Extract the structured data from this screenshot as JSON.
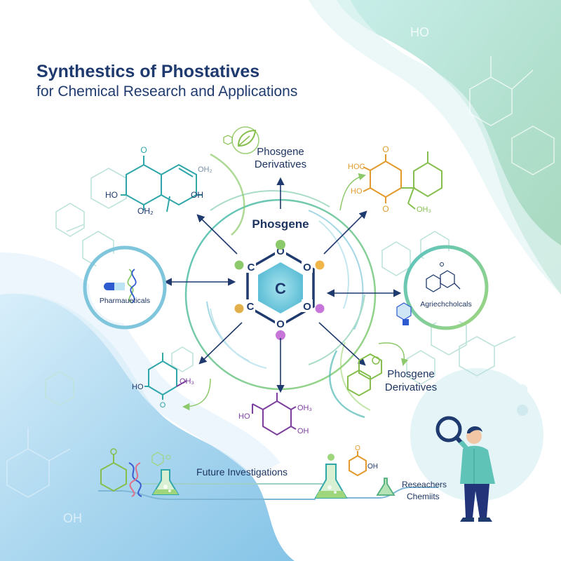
{
  "header": {
    "title": "Synthestics of Phostatives",
    "subtitle": "for Chemical Research and Applications"
  },
  "center": {
    "label": "Phosgene",
    "core_atom": "C",
    "ring_atoms": [
      "C",
      "O",
      "O",
      "O",
      "O",
      "C"
    ]
  },
  "nodes": {
    "top": [
      "Phosgene",
      "Derivatives"
    ],
    "bottom_right": [
      "Phosgene",
      "Derivatives"
    ],
    "left": "Pharmaueticals",
    "right": "Agriechcholcals"
  },
  "formulas": {
    "top_left": {
      "o_top": "O",
      "oh2_a": "OH₂",
      "ho": "HO",
      "oh": "OH",
      "oh2_b": "OH₂"
    },
    "top_right": {
      "hoc": "HOC",
      "o_top": "O",
      "ho": "HO",
      "o_bottom": "O",
      "oh3": "OH₃"
    },
    "bottom_left": {
      "ho": "HO",
      "o": "O",
      "oh3": "OH₃"
    },
    "bottom_center": {
      "ho": "HO",
      "oh3": "OH₃",
      "oh": "OH"
    },
    "bottom_strip": {
      "o": "O",
      "oh": "OH"
    }
  },
  "bottom": {
    "investigations": "Future Investigations",
    "researchers": [
      "Reseachers",
      "Chemiits"
    ]
  },
  "background_text": {
    "oh_a": "HO",
    "oh_b": "OH"
  },
  "colors": {
    "navy": "#1f3a6e",
    "teal": "#2fa6a9",
    "green": "#86bf4e",
    "orange": "#e39a2c",
    "purple": "#7c3f9e",
    "mint": "#a9dcc6",
    "sky": "#9fd0ea"
  },
  "icons": [
    "leaf-icon",
    "dna-icon",
    "capsule-icon",
    "flask-icon",
    "magnifier-icon",
    "researcher-figure",
    "hexagon-icon"
  ]
}
